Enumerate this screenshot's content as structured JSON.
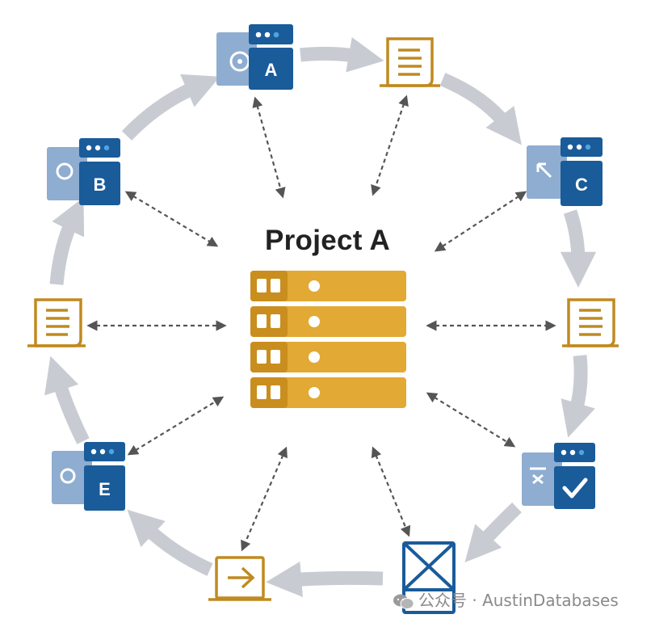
{
  "diagram": {
    "title": "Project A",
    "nodes": {
      "server_a": {
        "label": "A"
      },
      "server_b": {
        "label": "B"
      },
      "server_c": {
        "label": "C"
      },
      "server_e": {
        "label": "E"
      }
    }
  },
  "watermark": {
    "text": "公众号 · AustinDatabases",
    "logo": "wechat-logo"
  },
  "colors": {
    "blue": "#1a5b9a",
    "light_blue": "#8eadd0",
    "gold": "#e0a62c",
    "gold_dark": "#c08a20",
    "ring_arrow": "#c8ccd2",
    "dash": "#555555"
  }
}
